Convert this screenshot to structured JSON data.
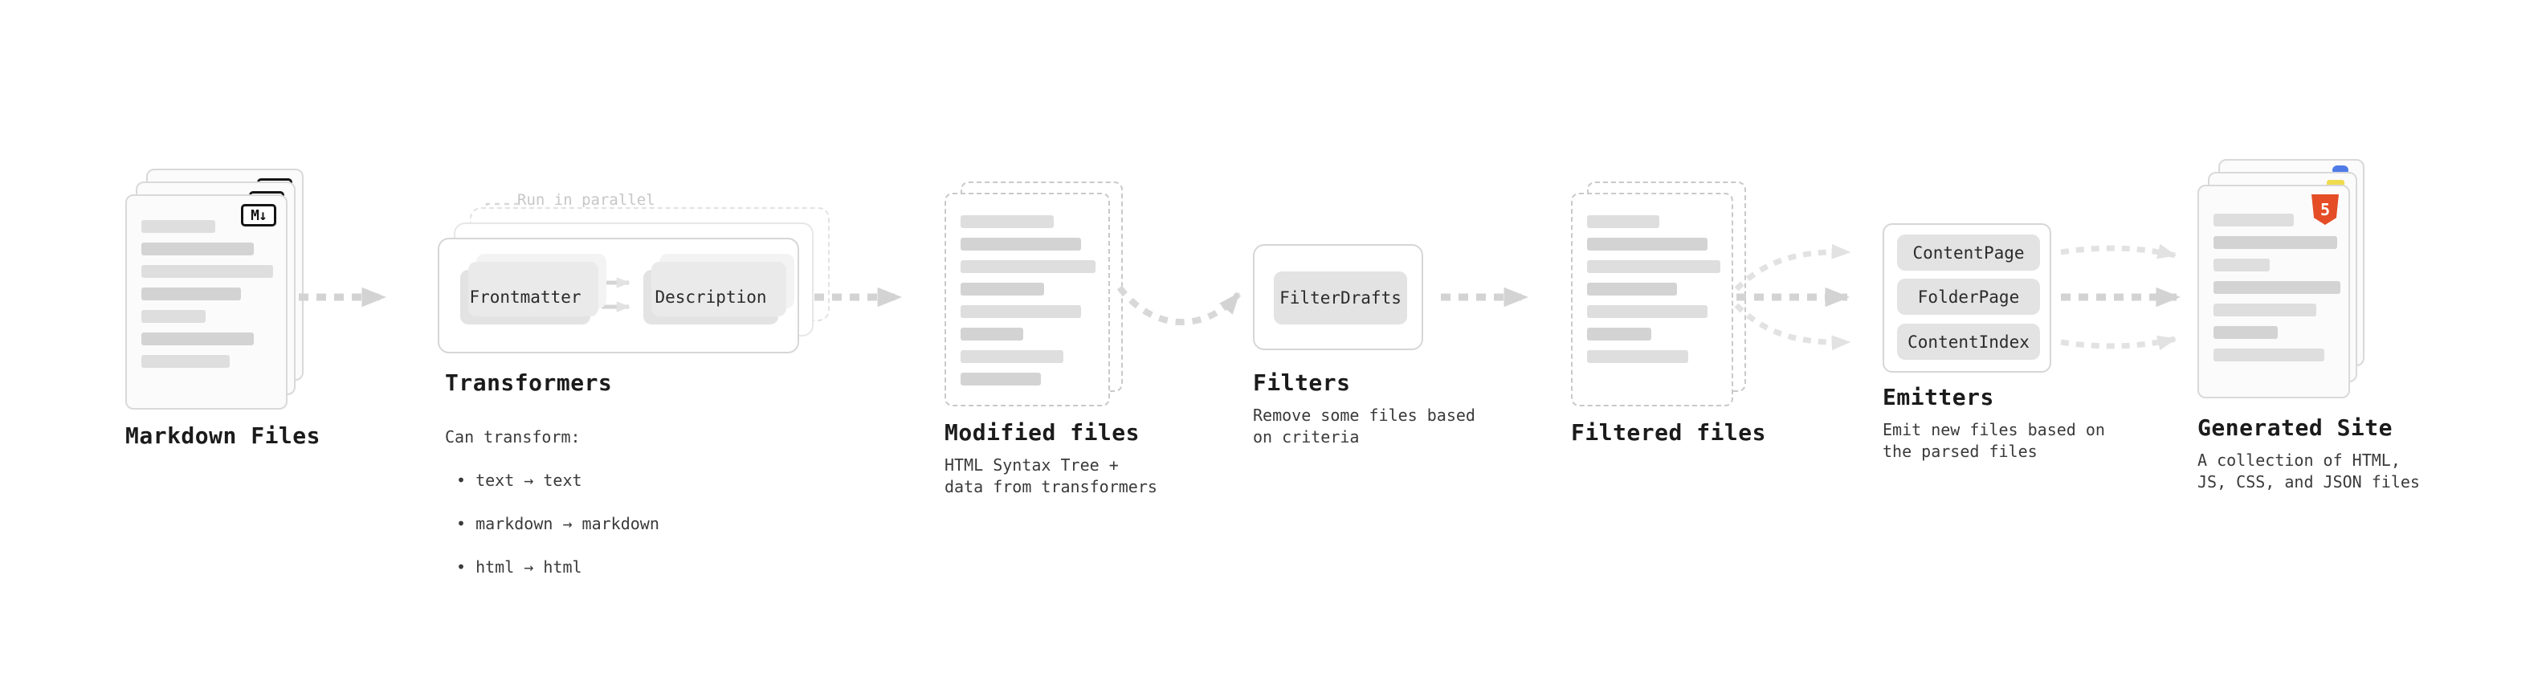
{
  "diagram": {
    "markdown_files": {
      "label": "Markdown Files",
      "icon_glyph": "M↓"
    },
    "transformers": {
      "annotation": "Run in parallel",
      "step1": "Frontmatter",
      "step2": "Description",
      "label": "Transformers",
      "caption_title": "Can transform:",
      "bullets": [
        "• text → text",
        "• markdown → markdown",
        "• html → html"
      ]
    },
    "modified_files": {
      "label": "Modified files",
      "caption": "HTML Syntax Tree +\ndata from transformers"
    },
    "filters": {
      "step1": "FilterDrafts",
      "label": "Filters",
      "caption": "Remove some files based\non criteria"
    },
    "filtered_files": {
      "label": "Filtered files"
    },
    "emitters": {
      "steps": [
        "ContentPage",
        "FolderPage",
        "ContentIndex"
      ],
      "label": "Emitters",
      "caption": "Emit new files based on\nthe parsed files"
    },
    "generated_site": {
      "label": "Generated Site",
      "caption": "A collection of HTML,\nJS, CSS, and JSON files",
      "html5_glyph": "5"
    },
    "colors": {
      "html5_orange": "#e44d26",
      "js_yellow": "#f0db4f",
      "json_blue": "#4f7be8"
    }
  }
}
